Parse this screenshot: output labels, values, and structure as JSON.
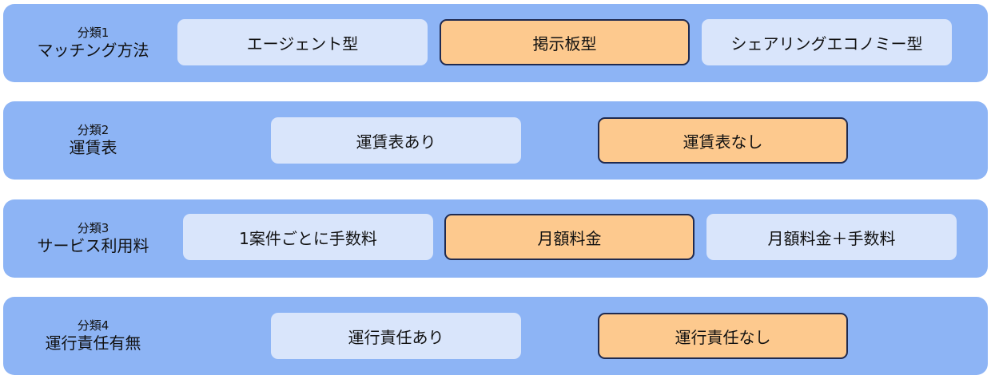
{
  "categories": [
    {
      "number": "分類1",
      "title": "マッチング方法",
      "options": [
        "エージェント型",
        "掲示板型",
        "シェアリングエコノミー型"
      ],
      "selected": 1
    },
    {
      "number": "分類2",
      "title": "運賃表",
      "options": [
        "運賃表あり",
        "運賃表なし"
      ],
      "selected": 1
    },
    {
      "number": "分類3",
      "title": "サービス利用料",
      "options": [
        "1案件ごとに手数料",
        "月額料金",
        "月額料金＋手数料"
      ],
      "selected": 1
    },
    {
      "number": "分類4",
      "title": "運行責任有無",
      "options": [
        "運行責任あり",
        "運行責任なし"
      ],
      "selected": 1
    }
  ],
  "colors": {
    "band": "#8db4f5",
    "option": "#d9e5fb",
    "selected": "#fdc98e",
    "selected_border": "#1f2a50"
  }
}
